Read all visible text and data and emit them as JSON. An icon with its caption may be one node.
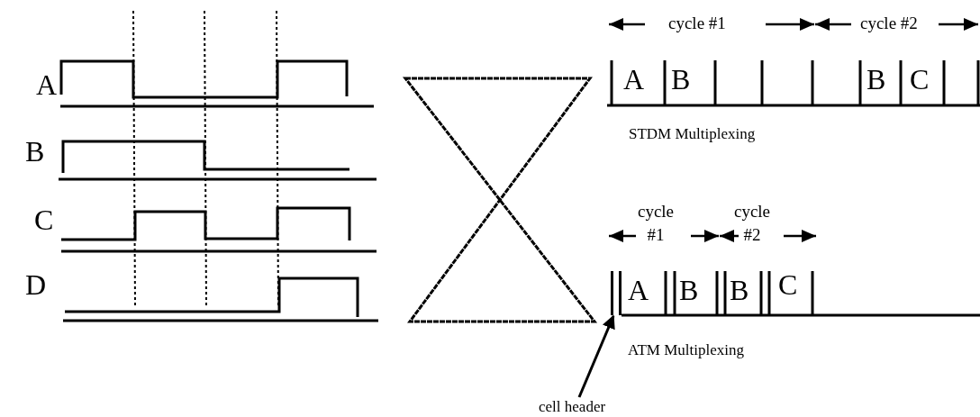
{
  "diagram": {
    "nodes": [
      {
        "text": [
          "cell header"
        ]
      },
      {
        "text": [],
        "shape": "box"
      }
    ],
    "edges": [
      {
        "from": 0,
        "to": 1,
        "arrow": "to"
      }
    ],
    "labels": [
      "A",
      "B",
      "C",
      "D",
      "cycle #1",
      "cycle #2",
      "A",
      "B",
      "B",
      "C",
      "STDM Multiplexing",
      "cycle #1",
      "cycle #2",
      "A",
      "B",
      "B",
      "C",
      "ATM Multiplexing"
    ]
  }
}
